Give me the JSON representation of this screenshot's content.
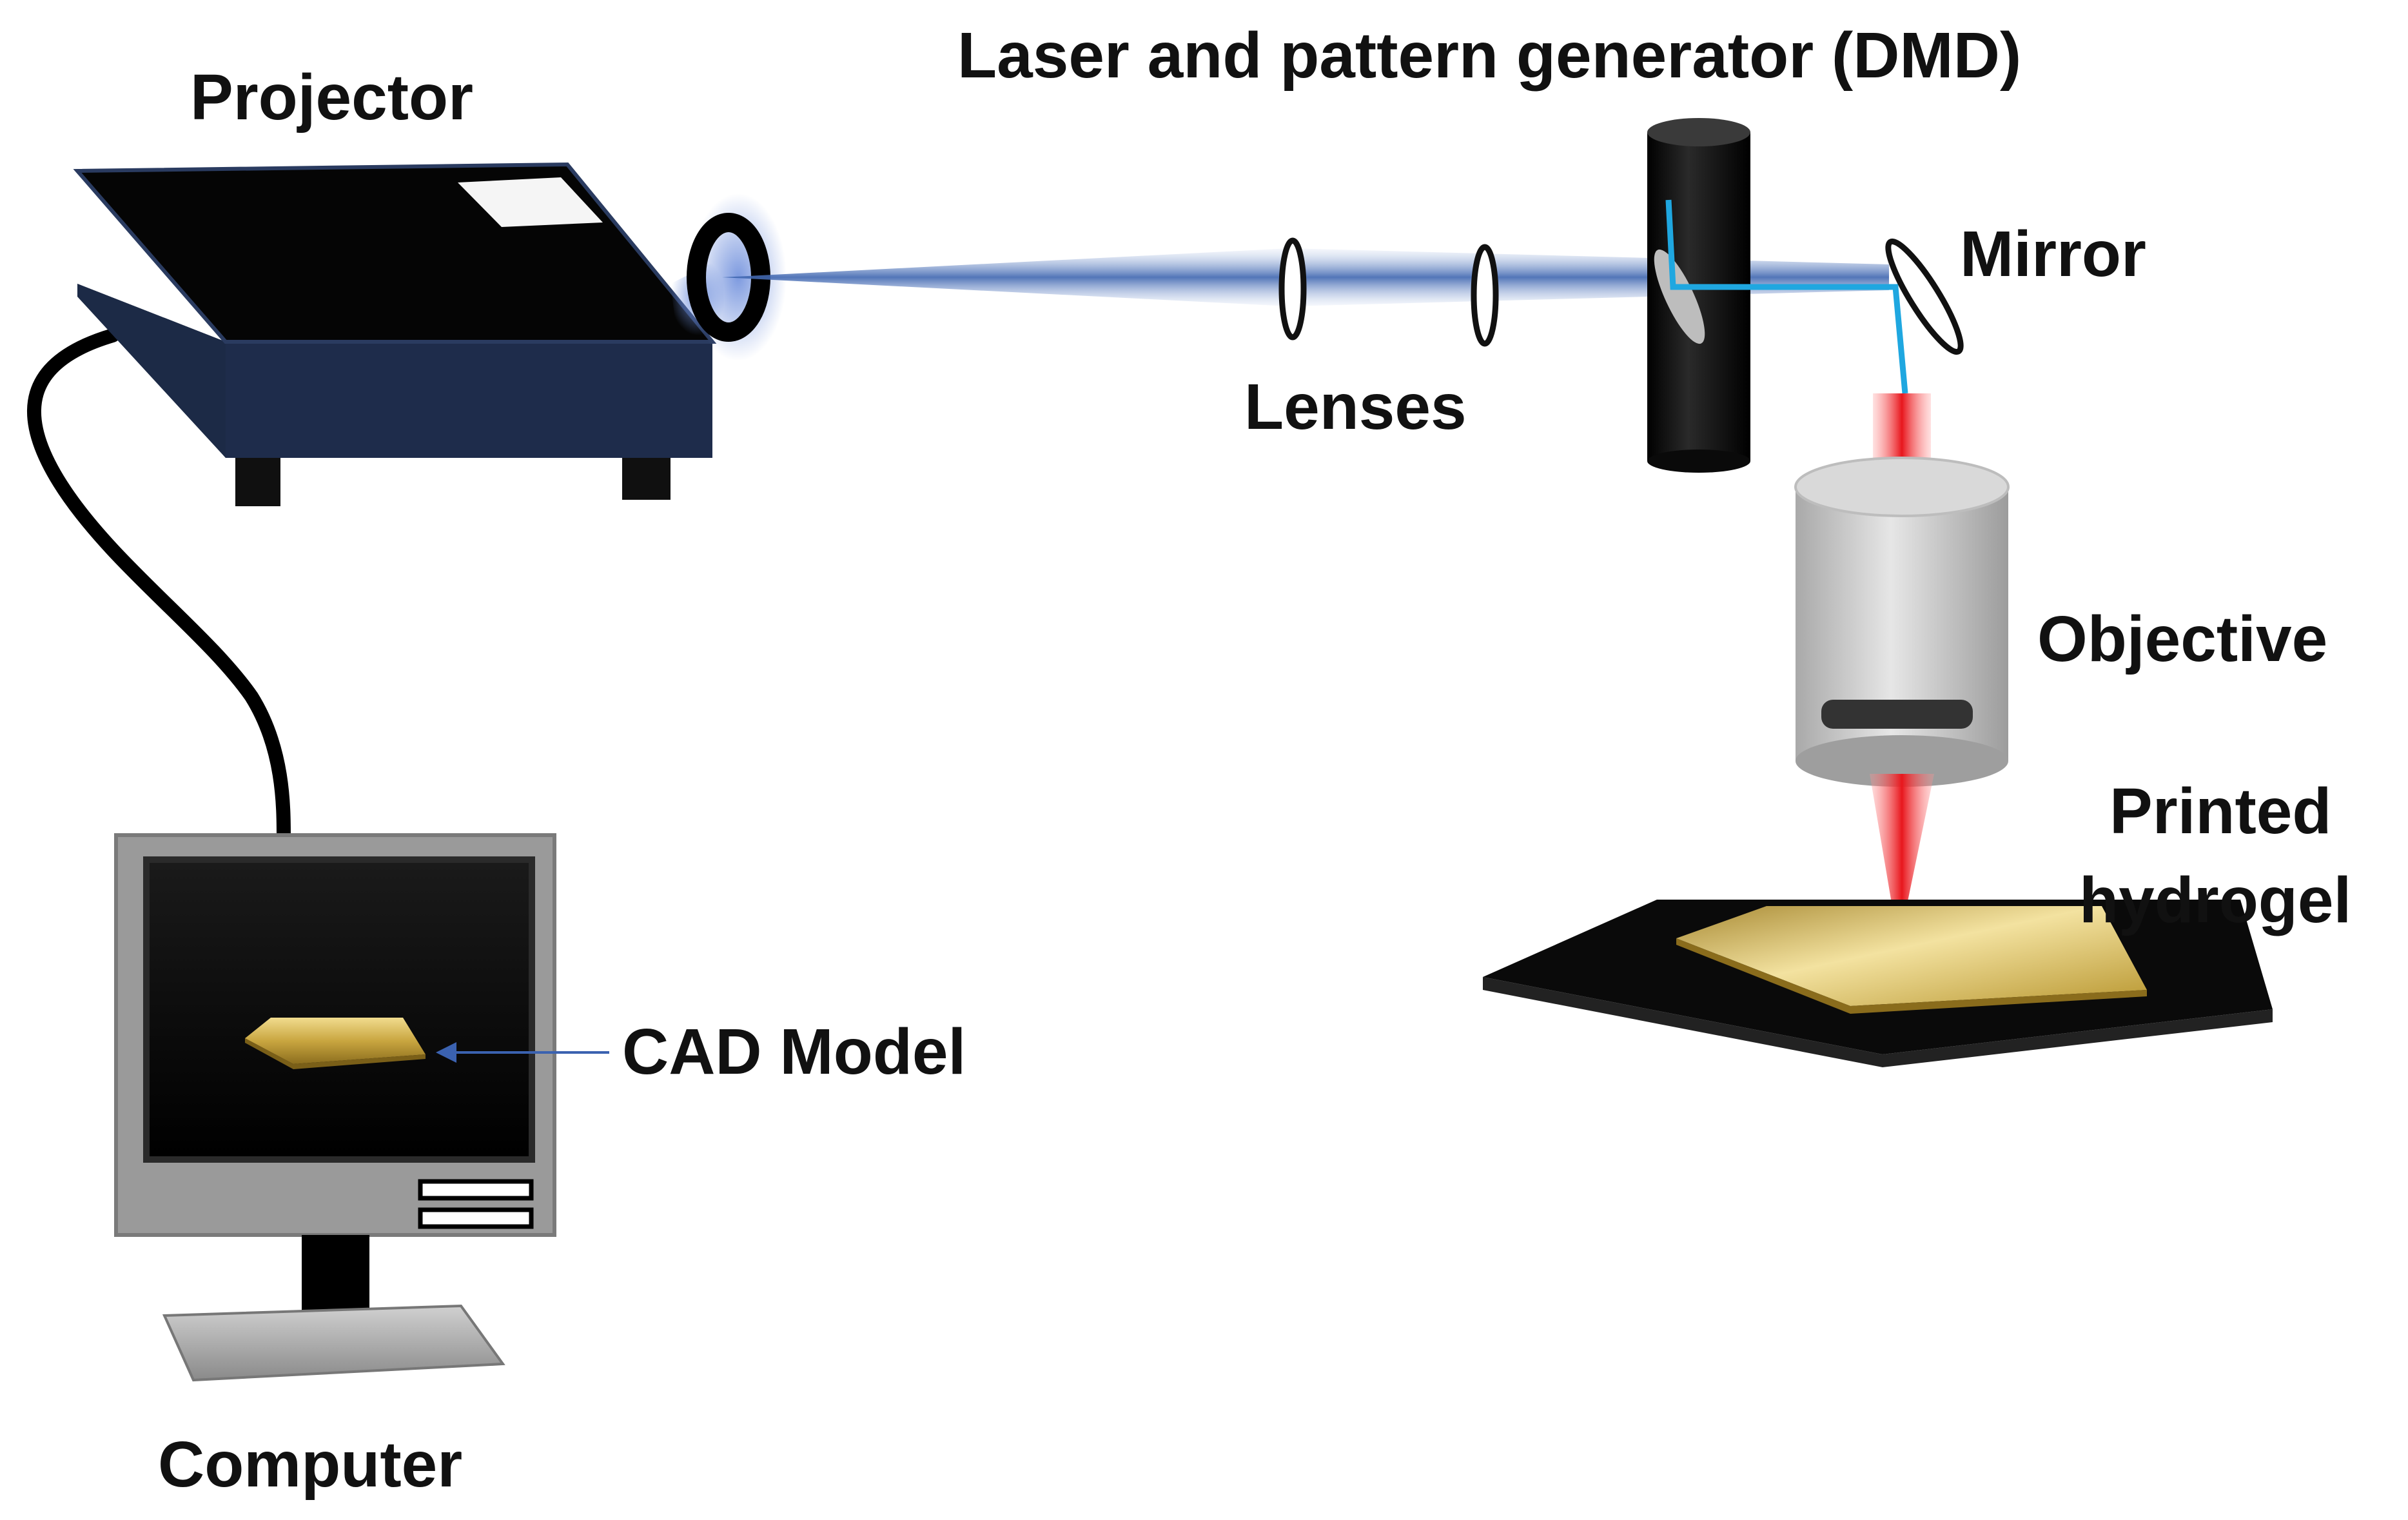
{
  "labels": {
    "projector": "Projector",
    "laser_dmd": "Laser and pattern generator (DMD)",
    "mirror": "Mirror",
    "lenses": "Lenses",
    "objective": "Objective",
    "printed_hydrogel_line1": "Printed",
    "printed_hydrogel_line2": "hydrogel",
    "cad_model": "CAD Model",
    "computer": "Computer"
  },
  "colors": {
    "projector_body": "#1f2d4a",
    "projector_top": "#050505",
    "beam_blue": "#4a6fb5",
    "reflected_beam": "#1fa7e0",
    "laser_red": "#e8161c",
    "objective_gray": "#bfbfbf",
    "hydrogel_gold": "#d8b85a",
    "stage_black": "#0a0a0a",
    "monitor_frame": "#9a9a9a",
    "arrow_blue": "#3b62b0"
  },
  "icons": {
    "projector": "projector-icon",
    "lens": "lens-icon",
    "dmd": "dmd-cylinder-icon",
    "mirror": "mirror-icon",
    "objective": "objective-icon",
    "stage": "stage-icon",
    "computer": "computer-icon",
    "cable": "cable-icon"
  }
}
